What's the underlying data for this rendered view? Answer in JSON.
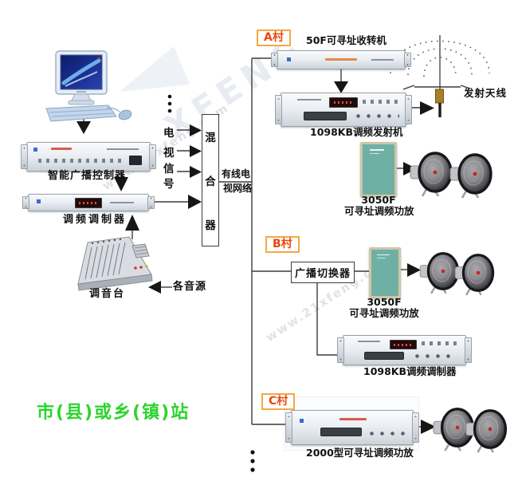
{
  "watermark": {
    "brand": "XFENG",
    "site": "www.21xfeng.com"
  },
  "station": {
    "name": "市(县)或乡(镇)站",
    "controller": "智能广播控制器",
    "fm_modulator": "调频调制器",
    "mixer_console": "调音台",
    "audio_sources": "各音源",
    "tv_signal_chars": [
      "电",
      "视",
      "信",
      "号"
    ],
    "mixer_chars": [
      "混",
      "合",
      "器"
    ],
    "cable_network_line1": "有线电",
    "cable_network_line2": "视网络"
  },
  "village_a": {
    "label": "A村",
    "receiver": "50F可寻址收转机",
    "transmitter": "1098KB调频发射机",
    "antenna": "发射天线",
    "amp_model": "3050F",
    "amp_type": "可寻址调频功放"
  },
  "village_b": {
    "label": "B村",
    "switcher": "广播切换器",
    "amp_model": "3050F",
    "amp_type": "可寻址调频功放",
    "modulator": "1098KB调频调制器"
  },
  "village_c": {
    "label": "C村",
    "amplifier": "2000型可寻址调频功放"
  },
  "colors": {
    "village_label": "#e8480c",
    "village_border": "#f5a843",
    "station_green": "#2bd42b",
    "amp_teal": "#6fb0a5"
  }
}
